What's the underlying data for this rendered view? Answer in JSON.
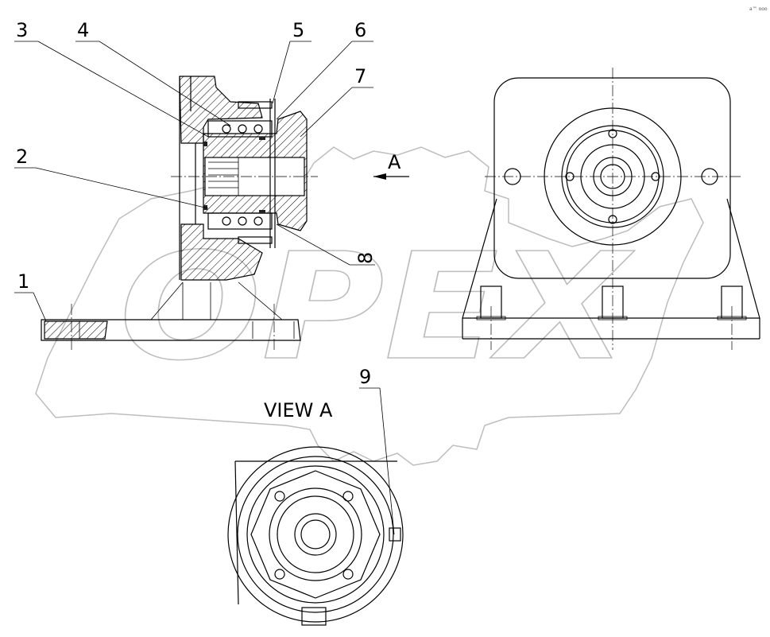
{
  "drawing": {
    "callouts": [
      "1",
      "2",
      "3",
      "4",
      "5",
      "6",
      "7",
      "8",
      "9"
    ],
    "view_arrow_label": "A",
    "view_title": "VIEW A"
  },
  "watermark": {
    "text": "OPEX"
  },
  "corner_mark": {
    "text": "a™ ooo"
  },
  "colors": {
    "line": "#000000",
    "watermark": "#bdbdbd",
    "background": "#ffffff"
  }
}
